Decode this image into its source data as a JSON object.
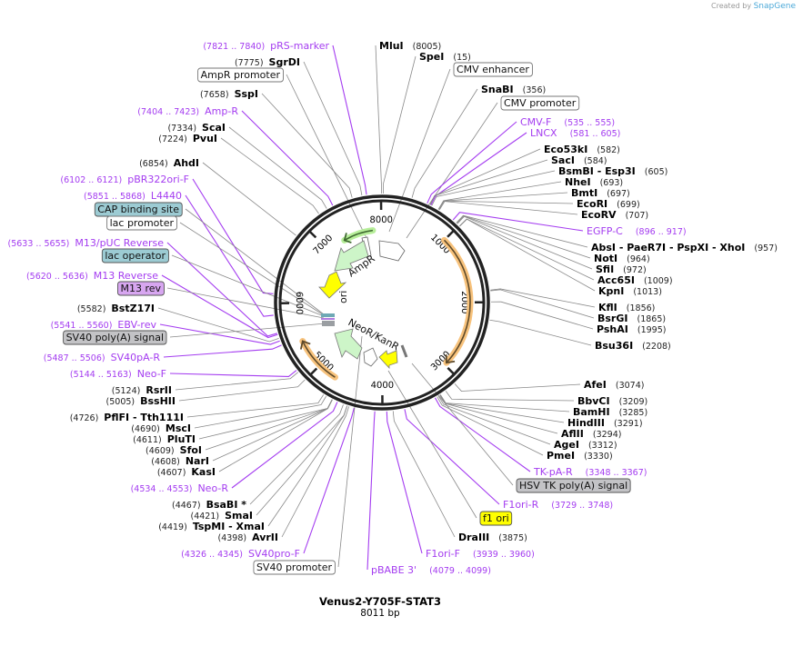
{
  "credit": {
    "prefix": "Created by",
    "brand": "SnapGene"
  },
  "plasmid": {
    "name": "Venus2-Y705F-STAT3",
    "length": "8011 bp",
    "total_bp": 8011
  },
  "ticks": [
    "1000",
    "2000",
    "3000",
    "4000",
    "5000",
    "6000",
    "7000",
    "8000"
  ],
  "inner_features": {
    "ampr": "AmpR",
    "ori": "ori",
    "neor": "NeoR/KanR"
  },
  "colors": {
    "primer": "#a43cf0",
    "enzyme_line": "#888888",
    "white": "#ffffff",
    "blue": "#9ccbd3",
    "purple": "#d7a6f0",
    "grey": "#c3c3c6",
    "yellow": "#ffff00",
    "orange": "#f7c27c",
    "green": "#cdf5c8"
  },
  "labels": [
    {
      "type": "primer",
      "name": "pRS-marker",
      "pos": "(7821 .. 7840)"
    },
    {
      "type": "enzyme",
      "name": "SgrDI",
      "pos": "(7775)"
    },
    {
      "type": "feature",
      "name": "AmpR promoter",
      "color": "white"
    },
    {
      "type": "enzyme",
      "name": "SspI",
      "pos": "(7658)"
    },
    {
      "type": "primer",
      "name": "Amp-R",
      "pos": "(7404 .. 7423)"
    },
    {
      "type": "enzyme",
      "name": "ScaI",
      "pos": "(7334)"
    },
    {
      "type": "enzyme",
      "name": "PvuI",
      "pos": "(7224)"
    },
    {
      "type": "enzyme",
      "name": "AhdI",
      "pos": "(6854)"
    },
    {
      "type": "primer",
      "name": "pBR322ori-F",
      "pos": "(6102 .. 6121)"
    },
    {
      "type": "primer",
      "name": "L4440",
      "pos": "(5851 .. 5868)"
    },
    {
      "type": "feature",
      "name": "CAP binding site",
      "color": "blue"
    },
    {
      "type": "feature",
      "name": "lac promoter",
      "color": "white"
    },
    {
      "type": "primer",
      "name": "M13/pUC Reverse",
      "pos": "(5633 .. 5655)"
    },
    {
      "type": "feature",
      "name": "lac operator",
      "color": "blue"
    },
    {
      "type": "primer",
      "name": "M13 Reverse",
      "pos": "(5620 .. 5636)"
    },
    {
      "type": "feature",
      "name": "M13 rev",
      "color": "purple"
    },
    {
      "type": "enzyme",
      "name": "BstZ17I",
      "pos": "(5582)"
    },
    {
      "type": "primer",
      "name": "EBV-rev",
      "pos": "(5541 .. 5560)"
    },
    {
      "type": "feature",
      "name": "SV40 poly(A) signal",
      "color": "grey"
    },
    {
      "type": "primer",
      "name": "SV40pA-R",
      "pos": "(5487 .. 5506)"
    },
    {
      "type": "primer",
      "name": "Neo-F",
      "pos": "(5144 .. 5163)"
    },
    {
      "type": "enzyme",
      "name": "RsrII",
      "pos": "(5124)"
    },
    {
      "type": "enzyme",
      "name": "BssHII",
      "pos": "(5005)"
    },
    {
      "type": "enzyme",
      "name": "PflFI  - Tth111I",
      "pos": "(4726)"
    },
    {
      "type": "enzyme",
      "name": "MscI",
      "pos": "(4690)"
    },
    {
      "type": "enzyme",
      "name": "PluTI",
      "pos": "(4611)"
    },
    {
      "type": "enzyme",
      "name": "SfoI",
      "pos": "(4609)"
    },
    {
      "type": "enzyme",
      "name": "NarI",
      "pos": "(4608)"
    },
    {
      "type": "enzyme",
      "name": "KasI",
      "pos": "(4607)"
    },
    {
      "type": "primer",
      "name": "Neo-R",
      "pos": "(4534 .. 4553)"
    },
    {
      "type": "enzyme",
      "name": "BsaBI  *",
      "pos": "(4467)"
    },
    {
      "type": "enzyme",
      "name": "SmaI",
      "pos": "(4421)"
    },
    {
      "type": "enzyme",
      "name": "TspMI  - XmaI",
      "pos": "(4419)"
    },
    {
      "type": "enzyme",
      "name": "AvrII",
      "pos": "(4398)"
    },
    {
      "type": "primer",
      "name": "SV40pro-F",
      "pos": "(4326 .. 4345)"
    },
    {
      "type": "feature",
      "name": "SV40 promoter",
      "color": "white"
    },
    {
      "type": "enzyme",
      "name": "MluI",
      "pos": "(8005)"
    },
    {
      "type": "enzyme",
      "name": "SpeI",
      "pos": "(15)"
    },
    {
      "type": "feature",
      "name": "CMV enhancer",
      "color": "white"
    },
    {
      "type": "enzyme",
      "name": "SnaBI",
      "pos": "(356)"
    },
    {
      "type": "feature",
      "name": "CMV promoter",
      "color": "white"
    },
    {
      "type": "primer",
      "name": "CMV-F",
      "pos": "(535 .. 555)"
    },
    {
      "type": "primer",
      "name": "LNCX",
      "pos": "(581 .. 605)"
    },
    {
      "type": "enzyme",
      "name": "Eco53kI",
      "pos": "(582)"
    },
    {
      "type": "enzyme",
      "name": "SacI",
      "pos": "(584)"
    },
    {
      "type": "enzyme",
      "name": "BsmBI  - Esp3I",
      "pos": "(605)"
    },
    {
      "type": "enzyme",
      "name": "NheI",
      "pos": "(693)"
    },
    {
      "type": "enzyme",
      "name": "BmtI",
      "pos": "(697)"
    },
    {
      "type": "enzyme",
      "name": "EcoRI",
      "pos": "(699)"
    },
    {
      "type": "enzyme",
      "name": "EcoRV",
      "pos": "(707)"
    },
    {
      "type": "primer",
      "name": "EGFP-C",
      "pos": "(896 .. 917)"
    },
    {
      "type": "enzyme",
      "name": "AbsI  - PaeR7I  - PspXI  - XhoI",
      "pos": "(957)"
    },
    {
      "type": "enzyme",
      "name": "NotI",
      "pos": "(964)"
    },
    {
      "type": "enzyme",
      "name": "SfiI",
      "pos": "(972)"
    },
    {
      "type": "enzyme",
      "name": "Acc65I",
      "pos": "(1009)"
    },
    {
      "type": "enzyme",
      "name": "KpnI",
      "pos": "(1013)"
    },
    {
      "type": "enzyme",
      "name": "KflI",
      "pos": "(1856)"
    },
    {
      "type": "enzyme",
      "name": "BsrGI",
      "pos": "(1865)"
    },
    {
      "type": "enzyme",
      "name": "PshAI",
      "pos": "(1995)"
    },
    {
      "type": "enzyme",
      "name": "Bsu36I",
      "pos": "(2208)"
    },
    {
      "type": "enzyme",
      "name": "AfeI",
      "pos": "(3074)"
    },
    {
      "type": "enzyme",
      "name": "BbvCI",
      "pos": "(3209)"
    },
    {
      "type": "enzyme",
      "name": "BamHI",
      "pos": "(3285)"
    },
    {
      "type": "enzyme",
      "name": "HindIII",
      "pos": "(3291)"
    },
    {
      "type": "enzyme",
      "name": "AflII",
      "pos": "(3294)"
    },
    {
      "type": "enzyme",
      "name": "AgeI",
      "pos": "(3312)"
    },
    {
      "type": "enzyme",
      "name": "PmeI",
      "pos": "(3330)"
    },
    {
      "type": "primer",
      "name": "TK-pA-R",
      "pos": "(3348 .. 3367)"
    },
    {
      "type": "feature",
      "name": "HSV TK poly(A) signal",
      "color": "grey"
    },
    {
      "type": "primer",
      "name": "F1ori-R",
      "pos": "(3729 .. 3748)"
    },
    {
      "type": "feature",
      "name": "f1 ori",
      "color": "yellow"
    },
    {
      "type": "enzyme",
      "name": "DraIII",
      "pos": "(3875)"
    },
    {
      "type": "primer",
      "name": "F1ori-F",
      "pos": "(3939 .. 3960)"
    },
    {
      "type": "primer",
      "name": "pBABE 3'",
      "pos": "(4079 .. 4099)"
    }
  ]
}
